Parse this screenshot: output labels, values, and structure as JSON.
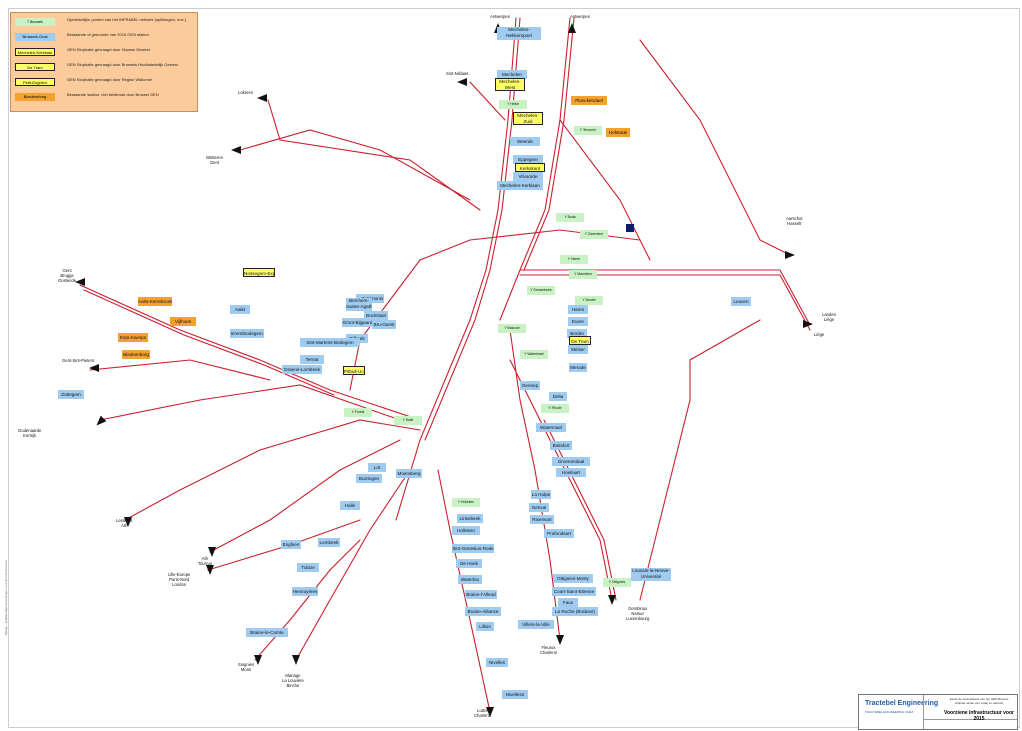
{
  "legend": [
    {
      "swatch": "T Brussels",
      "style": "green",
      "text": "Opmerkelijke punten van het INFRABEL netwerk (splitsingen, enz.)"
    },
    {
      "swatch": "Brussels-Oost",
      "style": "blue",
      "text": "Bestaande of geboorde van 2015 GEN station"
    },
    {
      "swatch": "Mechelen-Kerklaan",
      "style": "yellow",
      "text": "GEN Stophalte gevraagd door Vlaams Gewest"
    },
    {
      "swatch": "De Tram",
      "style": "yellow",
      "text": "GEN Stophalte gevraagd door Brussels Hoofdstedelijk Gewest"
    },
    {
      "swatch": "Petit-Enghien",
      "style": "orange-y",
      "text": "GEN Stophalte gevraagd door Region Wallonne"
    },
    {
      "swatch": "Blankenborg",
      "style": "orange",
      "text": "Bestaande station, niet bediende door Brussel GEN"
    }
  ],
  "places": {
    "antwerpen": "Antwerpen",
    "antwerpen2": "Antwerpen",
    "sint_niklaas": "Sint-Niklaas",
    "lokeren": "Lokeren",
    "wetteren": "Wetteren\nGent",
    "gent": "Gent\nBrugge\nOostende",
    "gent_sint_pieters": "Gent-Sint-Pieters",
    "oudenaarde": "Oudenaarde\nKortrijk",
    "lessines": "Lessines\nAth",
    "ath": "Ath\nTournai",
    "lille": "Lille-Europe\nParis-Nord\nLondon",
    "soignies": "Soignies\nMons",
    "manage": "Manage\nLa Louvière\nBinche",
    "luttre": "Luttre\nCharleroi",
    "fleurus": "Fleurus\nCharleroi",
    "gembloux": "Gembloux\nNamur\nLuxembourg",
    "landen": "Landen\nLiège",
    "liege": "Liège",
    "aarschot": "Aarschot\nHasselt"
  },
  "stations_blue": [
    "Mechelen-\nNekkerspoel",
    "Mechelen",
    "Weerde",
    "Eppegem",
    "Vilvoorde",
    "Mechelen-Kerklaan",
    "Aalst",
    "Eremtbodegem",
    "Zellik",
    "Bockstael",
    "Simonis",
    "Berchem-\nSainte-Agathe",
    "Groot-Bijgaarden",
    "Dilbeek",
    "Sint-Martens-Bodegem",
    "Ternat",
    "Essene-Lombeek",
    "Bru-Ouest",
    "Zottegem",
    "Halle",
    "Lot",
    "Buizingen",
    "Moensberg",
    "Linkebeek",
    "Holleken",
    "Sint-Genesius-Rode",
    "De Hoek",
    "Waterloo",
    "Braine-l'Alleud",
    "Braine-Alliance",
    "Lillois",
    "Nivelles",
    "Nivelles2",
    "Gennep",
    "Delta",
    "Watermael",
    "Boitsfort",
    "Groenendaal",
    "Hoeilaart",
    "La Hulpe",
    "Genval",
    "Rixensart",
    "Profondsart",
    "Ottignies-Mosty",
    "Court-Saint-Etienne",
    "Faux",
    "La Roche (Brabant)",
    "Villers-la-Ville",
    "Louvain-la-Neuve-\nUniversité",
    "Tubize",
    "Hennuyères",
    "Braine-le-Comte",
    "Enghien",
    "Lembeek",
    "Leuven",
    "Meiser",
    "Merode",
    "Haren",
    "Evere",
    "Bordet"
  ],
  "stations_orange": [
    "Aalst-Kerrebroek",
    "Erps-Kwerps",
    "Blankenborg",
    "Vijfhoek",
    "Planckendael",
    "Hofstade"
  ],
  "stations_yellow": [
    "Mechelen-\nWest",
    "Mechelen-\nZuid",
    "Kerkskant",
    "Nossegem-Expo",
    "De Tram",
    "Pitbull-Uccle"
  ],
  "switch_points": [
    "Y Heike",
    "Y Tervuren",
    "Y Buda",
    "Y Zaventem",
    "Y Haren",
    "Y Schaerbeek",
    "Y Watermael",
    "Y Machelen",
    "Y Bordet",
    "Y Forest",
    "Y Halle",
    "Y Bascule",
    "Y Rhode",
    "Y Ottignies",
    "Y Holleken"
  ],
  "title_block": {
    "company": "Tractebel Engineering",
    "subtitle": "TRACTEBEL ENGINEERING SUEZ",
    "project": "Etude de optimalisatie van het GEN-Brussel",
    "project2": "Globale studie van vraag en aanbod",
    "drawing_title": "Voorziene infrastructuur voor 2015"
  },
  "side_note": "Bijlage - gelijkaardige benamingen voor de infrastructuur"
}
